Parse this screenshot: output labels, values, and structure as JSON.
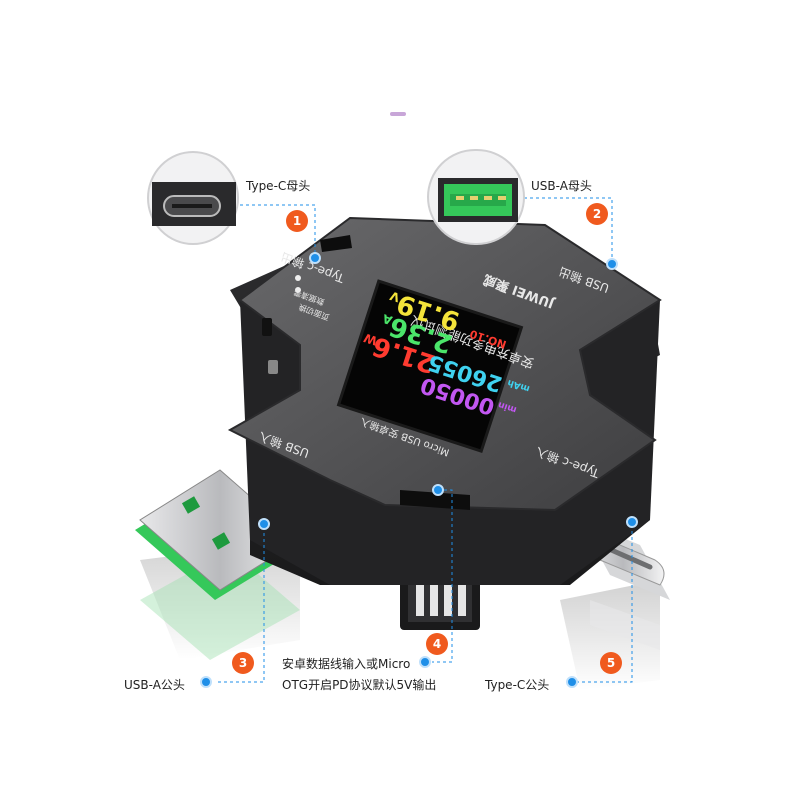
{
  "callouts": [
    {
      "number": "1",
      "label": "Type-C母头"
    },
    {
      "number": "2",
      "label": "USB-A母头"
    },
    {
      "number": "3",
      "label": "USB-A公头"
    },
    {
      "number": "4",
      "label_line1": "安卓数据线输入或Micro",
      "label_line2": "OTG开启PD协议默认5V输出"
    },
    {
      "number": "5",
      "label": "Type-C公头"
    }
  ],
  "device": {
    "brand": "JUWEI 聚威",
    "title": "安卓充电多功能测试仪",
    "port_top_left": "Type-c 输出",
    "port_top_right": "USB 输出",
    "port_left": "USB 输入",
    "port_right": "Type-c 输入",
    "port_bottom": "Micro USB 安卓输入",
    "side_text_1": "页面切换",
    "side_text_2": "数据清零"
  },
  "screen": {
    "voltage": "9.19",
    "voltage_unit": "V",
    "current": "2.36",
    "current_unit": "A",
    "power": "21.6",
    "power_unit": "W",
    "capacity": "26055",
    "capacity_unit": "mAh",
    "time": "00050",
    "time_unit": "min",
    "group": "NO.10"
  },
  "colors": {
    "accent_orange": "#f05a1e",
    "leader_blue": "#1f8fe8",
    "usb_green": "#35c85a",
    "device_body": "#5b5b5d"
  }
}
